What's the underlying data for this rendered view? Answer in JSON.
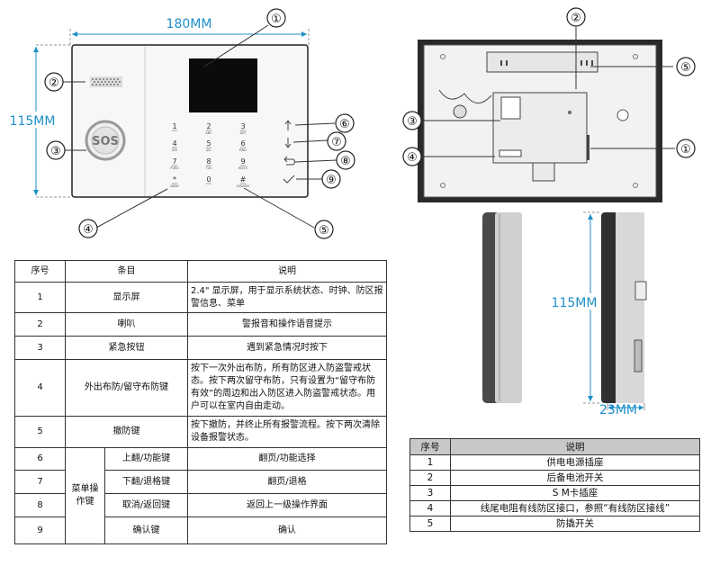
{
  "front": {
    "width_label": "180MM",
    "height_label": "115MM",
    "sos_label": "SOS",
    "keys": [
      {
        "num": "1",
        "sub": ""
      },
      {
        "num": "2",
        "sub": "ABC"
      },
      {
        "num": "3",
        "sub": "DEF"
      },
      {
        "num": "4",
        "sub": "GHI"
      },
      {
        "num": "5",
        "sub": "JKL"
      },
      {
        "num": "6",
        "sub": "MNO"
      },
      {
        "num": "7",
        "sub": "PQRS"
      },
      {
        "num": "8",
        "sub": "TUV"
      },
      {
        "num": "9",
        "sub": "WXYZ"
      },
      {
        "num": "*",
        "sub": "AWAY"
      },
      {
        "num": "0",
        "sub": ""
      },
      {
        "num": "#",
        "sub": "DISARM"
      }
    ],
    "callouts": [
      "①",
      "②",
      "③",
      "④",
      "⑤",
      "⑥",
      "⑦",
      "⑧",
      "⑨"
    ]
  },
  "back": {
    "callouts": [
      "②",
      "⑤",
      "③",
      "④",
      "①"
    ]
  },
  "side": {
    "height_label": "115MM",
    "depth_label": "23MM"
  },
  "table1": {
    "headers": [
      "序号",
      "条目",
      "说明"
    ],
    "rows": [
      {
        "no": "1",
        "item": "显示屏",
        "desc": "2.4\"    显示屏，用于显示系统状态、时钟、防区报警信息、菜单"
      },
      {
        "no": "2",
        "item": "喇叭",
        "desc": "警报音和操作语音提示"
      },
      {
        "no": "3",
        "item": "紧急按钮",
        "desc": "遇到紧急情况时按下"
      },
      {
        "no": "4",
        "item": "外出布防/留守布防键",
        "desc": "按下一次外出布防，所有防区进入防盗警戒状态。按下两次留守布防，只有设置为“留守布防有效”的周边和出入防区进入防盗警戒状态。用户可以在室内自由走动。"
      },
      {
        "no": "5",
        "item": "撤防键",
        "desc": "按下撤防，并终止所有报警流程。按下两次清除设备报警状态。"
      }
    ],
    "menu_group": "菜单操作键",
    "menu_rows": [
      {
        "no": "6",
        "item": "上翻/功能键",
        "desc": "翻页/功能选择"
      },
      {
        "no": "7",
        "item": "下翻/退格键",
        "desc": "翻页/退格"
      },
      {
        "no": "8",
        "item": "取消/返回键",
        "desc": "返回上一级操作界面"
      },
      {
        "no": "9",
        "item": "确认键",
        "desc": "确认"
      }
    ]
  },
  "table2": {
    "headers": [
      "序号",
      "说明"
    ],
    "rows": [
      {
        "no": "1",
        "desc": "供电电源插座"
      },
      {
        "no": "2",
        "desc": "后备电池开关"
      },
      {
        "no": "3",
        "desc": "S M卡插座"
      },
      {
        "no": "4",
        "desc": "线尾电阻有线防区接口，参照“有线防区接线”"
      },
      {
        "no": "5",
        "desc": "防撬开关"
      }
    ]
  }
}
